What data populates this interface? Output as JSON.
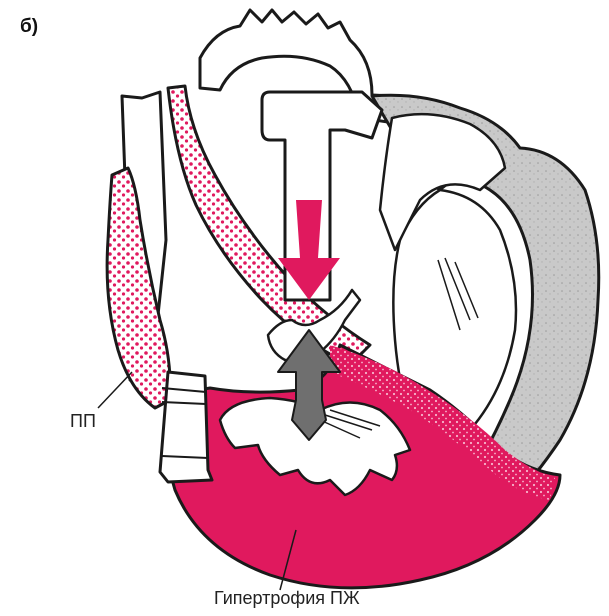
{
  "panel_label": "б)",
  "labels": {
    "right_atrium": "ПП",
    "rv_hypertrophy": "Гипертрофия ПЖ"
  },
  "colors": {
    "accent": "#e0195e",
    "outline": "#1a1a1a",
    "gray_fill": "#c9c9c9",
    "arrow_gray": "#6f6f6f"
  }
}
